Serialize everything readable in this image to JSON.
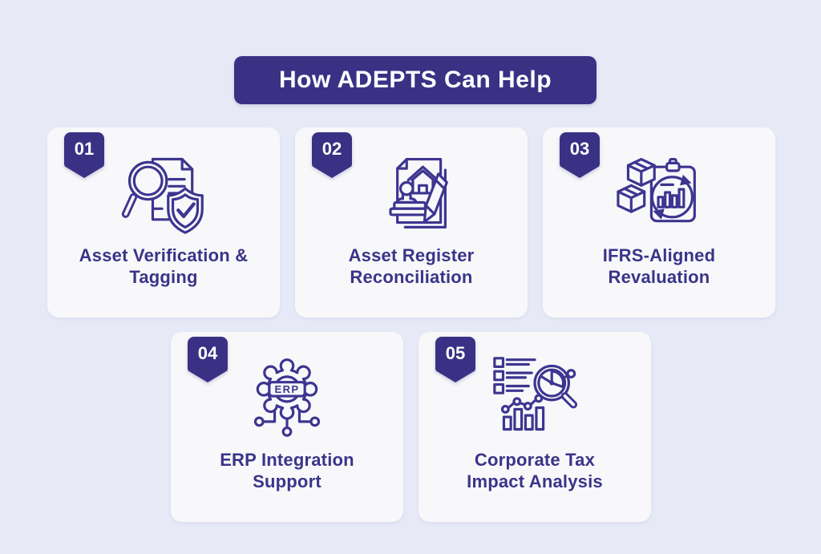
{
  "header": {
    "title": "How ADEPTS Can Help"
  },
  "cards": [
    {
      "number": "01",
      "title_line1": "Asset Verification &",
      "title_line2": "Tagging",
      "icon": "magnifier-document-shield-icon"
    },
    {
      "number": "02",
      "title_line1": "Asset Register",
      "title_line2": "Reconciliation",
      "icon": "stamped-document-house-icon"
    },
    {
      "number": "03",
      "title_line1": "IFRS-Aligned",
      "title_line2": "Revaluation",
      "icon": "boxes-clipboard-revaluation-icon"
    },
    {
      "number": "04",
      "title_line1": "ERP Integration",
      "title_line2": "Support",
      "icon": "erp-gear-network-icon",
      "icon_label": "ERP"
    },
    {
      "number": "05",
      "title_line1": "Corporate Tax",
      "title_line2": "Impact Analysis",
      "icon": "checklist-chart-magnifier-icon"
    }
  ],
  "colors": {
    "page_background": "#e7eaf6",
    "card_background": "#f8f8fa",
    "accent_indigo": "#3a3185",
    "heading_text": "#3a3489",
    "icon_stroke": "#3d3590",
    "banner_text": "#ffffff"
  }
}
